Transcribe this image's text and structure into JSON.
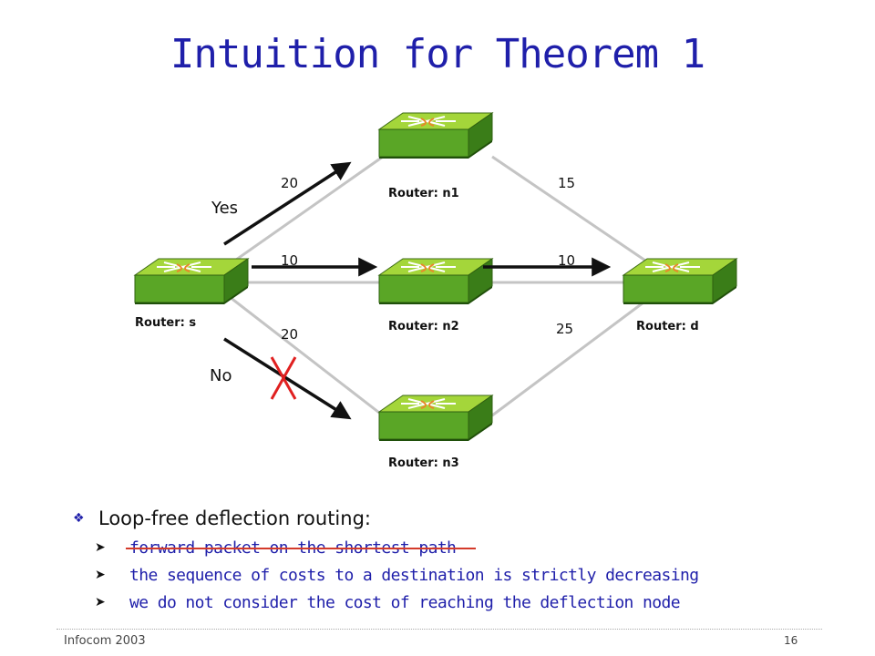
{
  "title": "Intuition for Theorem 1",
  "routers": {
    "s": "Router: s",
    "n1": "Router: n1",
    "n2": "Router: n2",
    "n3": "Router: n3",
    "d": "Router: d"
  },
  "costs": {
    "s_n1": "20",
    "n1_d": "15",
    "s_n2": "10",
    "n2_d": "10",
    "s_n3": "20",
    "n3_d": "25"
  },
  "labels": {
    "yes": "Yes",
    "no": "No"
  },
  "bullets": {
    "main": "Loop-free deflection routing:",
    "items": [
      "forward packet on the shortest path",
      "the sequence of costs to a destination is strictly decreasing",
      "we do not consider the cost of reaching the deflection node"
    ]
  },
  "footer": {
    "left": "Infocom 2003",
    "page": "16"
  },
  "colors": {
    "router_top": "#9acd32",
    "router_side": "#3f8f1a",
    "title": "#1f1faa",
    "cross": "#e02020",
    "link": "#c0c0c0"
  }
}
